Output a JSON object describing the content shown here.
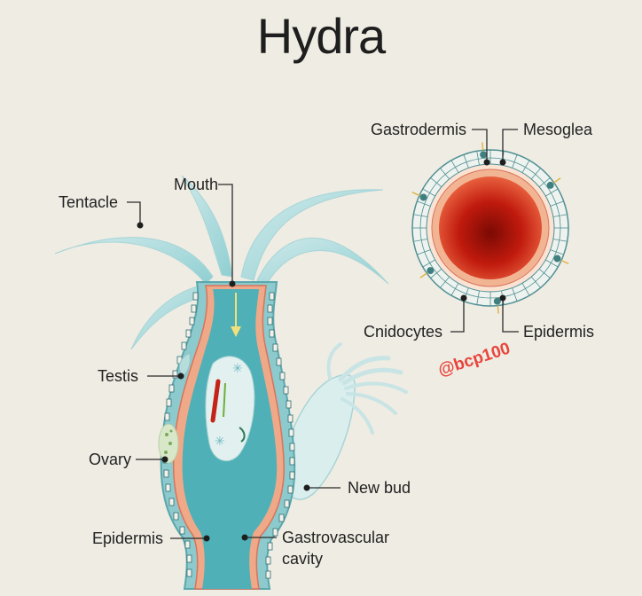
{
  "title": "Hydra",
  "watermark": "@bcp100",
  "labels": {
    "mouth": "Mouth",
    "tentacle": "Tentacle",
    "testis": "Testis",
    "ovary": "Ovary",
    "epidermis_body": "Epidermis",
    "gastrovascular_line1": "Gastrovascular",
    "gastrovascular_line2": "cavity",
    "new_bud": "New bud",
    "gastrodermis": "Gastrodermis",
    "mesoglea": "Mesoglea",
    "cnidocytes": "Cnidocytes",
    "epidermis_section": "Epidermis"
  },
  "colors": {
    "background": "#efece3",
    "body": "#7fc6c9",
    "cavity": "#4fb0b8",
    "mesoglea": "#f2a58a",
    "cross_section_center": "#b8180c",
    "watermark": "#e8453c"
  }
}
